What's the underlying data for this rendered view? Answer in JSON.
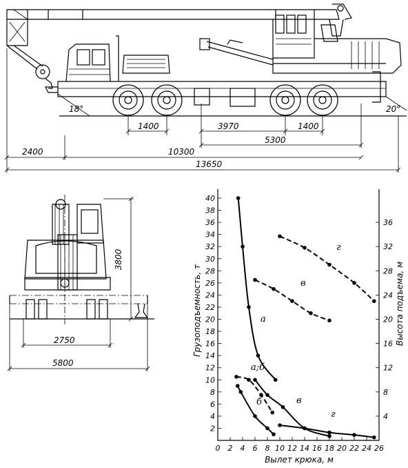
{
  "side_view": {
    "angle_front": "18°",
    "angle_rear": "20°",
    "dims": {
      "d1400a": "1400",
      "d3970": "3970",
      "d1400b": "1400",
      "d5300": "5300",
      "d2400": "2400",
      "d10300": "10300",
      "d13650": "13650"
    }
  },
  "rear_view": {
    "dims": {
      "height": "3800",
      "track": "2750",
      "outrigger": "5800"
    }
  },
  "chart_data": {
    "type": "line",
    "xlabel": "Вылет крюка, м",
    "ylabel_left": "Грузоподъемность, т",
    "ylabel_right": "Высота подъема, м",
    "x_ticks": [
      0,
      2,
      4,
      6,
      8,
      10,
      12,
      14,
      16,
      18,
      20,
      22,
      24,
      26
    ],
    "y_left_ticks": [
      2,
      4,
      6,
      8,
      10,
      12,
      14,
      16,
      18,
      20,
      22,
      24,
      26,
      28,
      30,
      32,
      34,
      36,
      38,
      40
    ],
    "y_right_ticks": [
      4,
      8,
      12,
      16,
      20,
      24,
      28,
      32,
      36
    ],
    "xlim": [
      0,
      26
    ],
    "ylim_left": [
      0,
      42
    ],
    "ylim_right": [
      0,
      42
    ],
    "series": [
      {
        "name": "а",
        "axis": "left",
        "style": "solid",
        "points": [
          [
            3.3,
            40
          ],
          [
            4,
            32
          ],
          [
            5,
            22
          ],
          [
            6.5,
            14
          ],
          [
            9.3,
            10
          ]
        ]
      },
      {
        "name": "а;б",
        "axis": "right",
        "style": "dashed",
        "points": [
          [
            3,
            10.5
          ],
          [
            5,
            10
          ],
          [
            7,
            7.5
          ],
          [
            8.8,
            4.6
          ]
        ]
      },
      {
        "name": "б",
        "axis": "left",
        "style": "solid",
        "points": [
          [
            3.2,
            9
          ],
          [
            3.7,
            8
          ],
          [
            6,
            4
          ],
          [
            8,
            2
          ],
          [
            9,
            1
          ]
        ]
      },
      {
        "name": "в",
        "axis": "right",
        "style": "dashed",
        "points": [
          [
            6,
            26.5
          ],
          [
            9,
            25
          ],
          [
            12,
            23
          ],
          [
            15,
            21
          ],
          [
            18,
            19.8
          ]
        ]
      },
      {
        "name": "в",
        "axis": "left",
        "style": "solid",
        "points": [
          [
            6,
            10
          ],
          [
            8,
            7.5
          ],
          [
            10.5,
            5.5
          ],
          [
            14,
            2
          ],
          [
            18,
            0.7
          ]
        ]
      },
      {
        "name": "г",
        "axis": "right",
        "style": "dashed",
        "points": [
          [
            10,
            33.7
          ],
          [
            14,
            31.8
          ],
          [
            18,
            29
          ],
          [
            22,
            26
          ],
          [
            25.2,
            23
          ]
        ]
      },
      {
        "name": "г",
        "axis": "left",
        "style": "solid",
        "points": [
          [
            10,
            2.5
          ],
          [
            14,
            2
          ],
          [
            18,
            1.3
          ],
          [
            22,
            0.9
          ],
          [
            25.2,
            0.5
          ]
        ]
      }
    ],
    "labels": {
      "a": "а",
      "ab": "а;б",
      "b": "б",
      "v": "в",
      "v2": "в",
      "g": "г",
      "g2": "г"
    }
  }
}
